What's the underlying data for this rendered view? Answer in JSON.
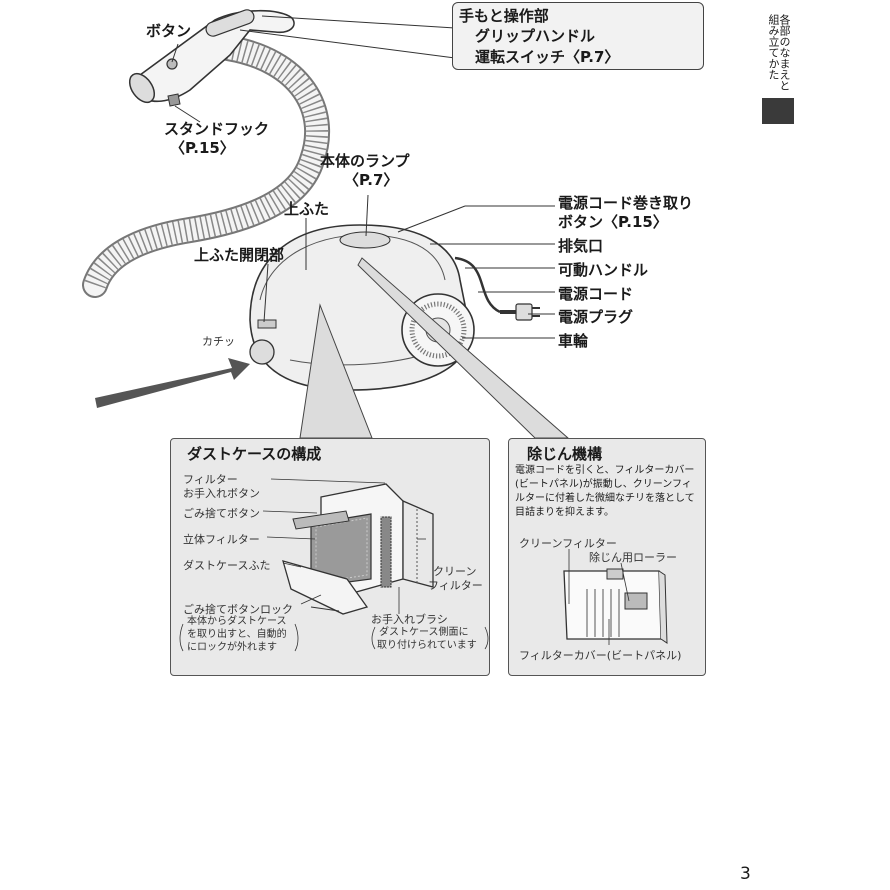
{
  "side_tab": {
    "text": "各部のなまえと組み立てかた"
  },
  "top_box": {
    "title": "手もと操作部",
    "items": [
      "グリップハンドル",
      "運転スイッチ〈P.7〉"
    ]
  },
  "labels": {
    "button": "ボタン",
    "stand_hook": [
      "スタンドフック",
      "〈P.15〉"
    ],
    "lamp": [
      "本体のランプ",
      "〈P.7〉"
    ],
    "top_cover": "上ふた",
    "top_cover_latch": "上ふた開閉部",
    "click": "カチッ",
    "cord_rewind": [
      "電源コード巻き取り",
      "ボタン〈P.15〉"
    ],
    "exhaust": "排気口",
    "movable_handle": "可動ハンドル",
    "power_cord": "電源コード",
    "power_plug": "電源プラグ",
    "wheel": "車輪"
  },
  "dust_case_panel": {
    "title": "ダストケースの構成",
    "labels": {
      "filter_button": [
        "フィルター",
        "お手入れボタン"
      ],
      "dump_button": "ごみ捨てボタン",
      "solid_filter": "立体フィルター",
      "case_lid": "ダストケースふた",
      "clean_filter": [
        "クリーン",
        "フィルター"
      ],
      "dump_lock": "ごみ捨てボタンロック",
      "dump_lock_note": [
        "本体からダストケース",
        "を取り出すと、自動的",
        "にロックが外れます"
      ],
      "brush": "お手入れブラシ",
      "brush_note": [
        "ダストケース側面に",
        "取り付けられています"
      ]
    }
  },
  "dust_removal_panel": {
    "title": "除じん機構",
    "description": "電源コードを引くと、フィルターカバー(ビートパネル)が振動し、クリーンフィルターに付着した微細なチリを落として目詰まりを抑えます。",
    "labels": {
      "clean_filter": "クリーンフィルター",
      "roller": "除じん用ローラー",
      "filter_cover": "フィルターカバー(ビートパネル)"
    }
  },
  "page_number": "3"
}
